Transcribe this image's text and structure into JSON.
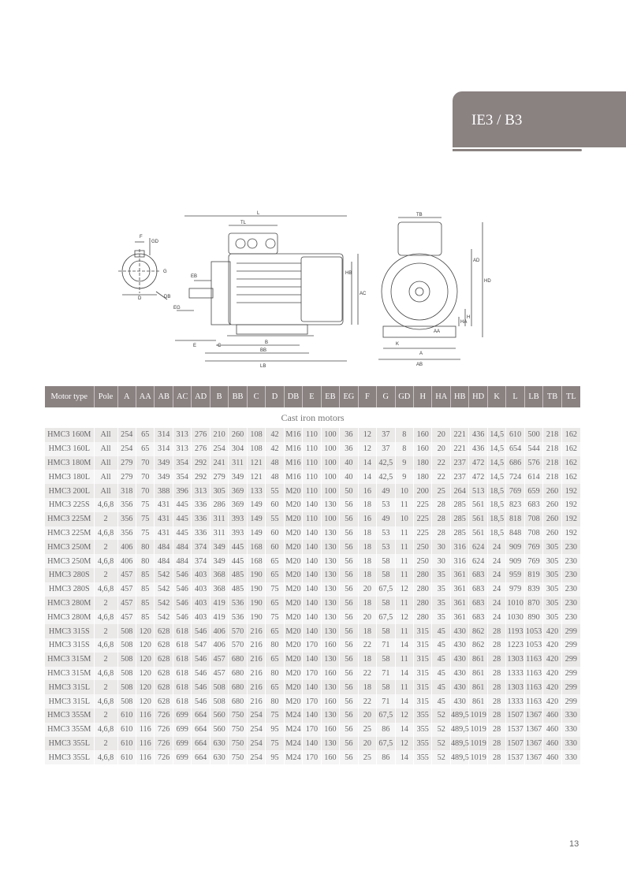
{
  "header": {
    "title": "IE3 / B3"
  },
  "drawing": {
    "labels": [
      "F",
      "GD",
      "G",
      "D",
      "DB",
      "EB",
      "EG",
      "L",
      "TL",
      "HB",
      "AC",
      "E",
      "C",
      "B",
      "BB",
      "LB",
      "TB",
      "AD",
      "HD",
      "H",
      "HA",
      "K",
      "AA",
      "A",
      "AB"
    ]
  },
  "table": {
    "columns": [
      "Motor type",
      "Pole",
      "A",
      "AA",
      "AB",
      "AC",
      "AD",
      "B",
      "BB",
      "C",
      "D",
      "DB",
      "E",
      "EB",
      "EG",
      "F",
      "G",
      "GD",
      "H",
      "HA",
      "HB",
      "HD",
      "K",
      "L",
      "LB",
      "TB",
      "TL"
    ],
    "section_label": "Cast iron motors",
    "rows": [
      [
        "HMC3 160M",
        "All",
        "254",
        "65",
        "314",
        "313",
        "276",
        "210",
        "260",
        "108",
        "42",
        "M16",
        "110",
        "100",
        "36",
        "12",
        "37",
        "8",
        "160",
        "20",
        "221",
        "436",
        "14,5",
        "610",
        "500",
        "218",
        "162"
      ],
      [
        "HMC3 160L",
        "All",
        "254",
        "65",
        "314",
        "313",
        "276",
        "254",
        "304",
        "108",
        "42",
        "M16",
        "110",
        "100",
        "36",
        "12",
        "37",
        "8",
        "160",
        "20",
        "221",
        "436",
        "14,5",
        "654",
        "544",
        "218",
        "162"
      ],
      [
        "HMC3 180M",
        "All",
        "279",
        "70",
        "349",
        "354",
        "292",
        "241",
        "311",
        "121",
        "48",
        "M16",
        "110",
        "100",
        "40",
        "14",
        "42,5",
        "9",
        "180",
        "22",
        "237",
        "472",
        "14,5",
        "686",
        "576",
        "218",
        "162"
      ],
      [
        "HMC3 180L",
        "All",
        "279",
        "70",
        "349",
        "354",
        "292",
        "279",
        "349",
        "121",
        "48",
        "M16",
        "110",
        "100",
        "40",
        "14",
        "42,5",
        "9",
        "180",
        "22",
        "237",
        "472",
        "14,5",
        "724",
        "614",
        "218",
        "162"
      ],
      [
        "HMC3 200L",
        "All",
        "318",
        "70",
        "388",
        "396",
        "313",
        "305",
        "369",
        "133",
        "55",
        "M20",
        "110",
        "100",
        "50",
        "16",
        "49",
        "10",
        "200",
        "25",
        "264",
        "513",
        "18,5",
        "769",
        "659",
        "260",
        "192"
      ],
      [
        "HMC3 225S",
        "4,6,8",
        "356",
        "75",
        "431",
        "445",
        "336",
        "286",
        "369",
        "149",
        "60",
        "M20",
        "140",
        "130",
        "56",
        "18",
        "53",
        "11",
        "225",
        "28",
        "285",
        "561",
        "18,5",
        "823",
        "683",
        "260",
        "192"
      ],
      [
        "HMC3 225M",
        "2",
        "356",
        "75",
        "431",
        "445",
        "336",
        "311",
        "393",
        "149",
        "55",
        "M20",
        "110",
        "100",
        "56",
        "16",
        "49",
        "10",
        "225",
        "28",
        "285",
        "561",
        "18,5",
        "818",
        "708",
        "260",
        "192"
      ],
      [
        "HMC3 225M",
        "4,6,8",
        "356",
        "75",
        "431",
        "445",
        "336",
        "311",
        "393",
        "149",
        "60",
        "M20",
        "140",
        "130",
        "56",
        "18",
        "53",
        "11",
        "225",
        "28",
        "285",
        "561",
        "18,5",
        "848",
        "708",
        "260",
        "192"
      ],
      [
        "HMC3 250M",
        "2",
        "406",
        "80",
        "484",
        "484",
        "374",
        "349",
        "445",
        "168",
        "60",
        "M20",
        "140",
        "130",
        "56",
        "18",
        "53",
        "11",
        "250",
        "30",
        "316",
        "624",
        "24",
        "909",
        "769",
        "305",
        "230"
      ],
      [
        "HMC3 250M",
        "4,6,8",
        "406",
        "80",
        "484",
        "484",
        "374",
        "349",
        "445",
        "168",
        "65",
        "M20",
        "140",
        "130",
        "56",
        "18",
        "58",
        "11",
        "250",
        "30",
        "316",
        "624",
        "24",
        "909",
        "769",
        "305",
        "230"
      ],
      [
        "HMC3 280S",
        "2",
        "457",
        "85",
        "542",
        "546",
        "403",
        "368",
        "485",
        "190",
        "65",
        "M20",
        "140",
        "130",
        "56",
        "18",
        "58",
        "11",
        "280",
        "35",
        "361",
        "683",
        "24",
        "959",
        "819",
        "305",
        "230"
      ],
      [
        "HMC3 280S",
        "4,6,8",
        "457",
        "85",
        "542",
        "546",
        "403",
        "368",
        "485",
        "190",
        "75",
        "M20",
        "140",
        "130",
        "56",
        "20",
        "67,5",
        "12",
        "280",
        "35",
        "361",
        "683",
        "24",
        "979",
        "839",
        "305",
        "230"
      ],
      [
        "HMC3 280M",
        "2",
        "457",
        "85",
        "542",
        "546",
        "403",
        "419",
        "536",
        "190",
        "65",
        "M20",
        "140",
        "130",
        "56",
        "18",
        "58",
        "11",
        "280",
        "35",
        "361",
        "683",
        "24",
        "1010",
        "870",
        "305",
        "230"
      ],
      [
        "HMC3 280M",
        "4,6,8",
        "457",
        "85",
        "542",
        "546",
        "403",
        "419",
        "536",
        "190",
        "75",
        "M20",
        "140",
        "130",
        "56",
        "20",
        "67,5",
        "12",
        "280",
        "35",
        "361",
        "683",
        "24",
        "1030",
        "890",
        "305",
        "230"
      ],
      [
        "HMC3 315S",
        "2",
        "508",
        "120",
        "628",
        "618",
        "546",
        "406",
        "570",
        "216",
        "65",
        "M20",
        "140",
        "130",
        "56",
        "18",
        "58",
        "11",
        "315",
        "45",
        "430",
        "862",
        "28",
        "1193",
        "1053",
        "420",
        "299"
      ],
      [
        "HMC3 315S",
        "4,6,8",
        "508",
        "120",
        "628",
        "618",
        "547",
        "406",
        "570",
        "216",
        "80",
        "M20",
        "170",
        "160",
        "56",
        "22",
        "71",
        "14",
        "315",
        "45",
        "430",
        "862",
        "28",
        "1223",
        "1053",
        "420",
        "299"
      ],
      [
        "HMC3 315M",
        "2",
        "508",
        "120",
        "628",
        "618",
        "546",
        "457",
        "680",
        "216",
        "65",
        "M20",
        "140",
        "130",
        "56",
        "18",
        "58",
        "11",
        "315",
        "45",
        "430",
        "861",
        "28",
        "1303",
        "1163",
        "420",
        "299"
      ],
      [
        "HMC3 315M",
        "4,6,8",
        "508",
        "120",
        "628",
        "618",
        "546",
        "457",
        "680",
        "216",
        "80",
        "M20",
        "170",
        "160",
        "56",
        "22",
        "71",
        "14",
        "315",
        "45",
        "430",
        "861",
        "28",
        "1333",
        "1163",
        "420",
        "299"
      ],
      [
        "HMC3 315L",
        "2",
        "508",
        "120",
        "628",
        "618",
        "546",
        "508",
        "680",
        "216",
        "65",
        "M20",
        "140",
        "130",
        "56",
        "18",
        "58",
        "11",
        "315",
        "45",
        "430",
        "861",
        "28",
        "1303",
        "1163",
        "420",
        "299"
      ],
      [
        "HMC3 315L",
        "4,6,8",
        "508",
        "120",
        "628",
        "618",
        "546",
        "508",
        "680",
        "216",
        "80",
        "M20",
        "170",
        "160",
        "56",
        "22",
        "71",
        "14",
        "315",
        "45",
        "430",
        "861",
        "28",
        "1333",
        "1163",
        "420",
        "299"
      ],
      [
        "HMC3 355M",
        "2",
        "610",
        "116",
        "726",
        "699",
        "664",
        "560",
        "750",
        "254",
        "75",
        "M24",
        "140",
        "130",
        "56",
        "20",
        "67,5",
        "12",
        "355",
        "52",
        "489,5",
        "1019",
        "28",
        "1507",
        "1367",
        "460",
        "330"
      ],
      [
        "HMC3 355M",
        "4,6,8",
        "610",
        "116",
        "726",
        "699",
        "664",
        "560",
        "750",
        "254",
        "95",
        "M24",
        "170",
        "160",
        "56",
        "25",
        "86",
        "14",
        "355",
        "52",
        "489,5",
        "1019",
        "28",
        "1537",
        "1367",
        "460",
        "330"
      ],
      [
        "HMC3 355L",
        "2",
        "610",
        "116",
        "726",
        "699",
        "664",
        "630",
        "750",
        "254",
        "75",
        "M24",
        "140",
        "130",
        "56",
        "20",
        "67,5",
        "12",
        "355",
        "52",
        "489,5",
        "1019",
        "28",
        "1507",
        "1367",
        "460",
        "330"
      ],
      [
        "HMC3 355L",
        "4,6,8",
        "610",
        "116",
        "726",
        "699",
        "664",
        "630",
        "750",
        "254",
        "95",
        "M24",
        "170",
        "160",
        "56",
        "25",
        "86",
        "14",
        "355",
        "52",
        "489,5",
        "1019",
        "28",
        "1537",
        "1367",
        "460",
        "330"
      ]
    ]
  },
  "footer": {
    "page_number": "13"
  },
  "colors": {
    "accent": "#8a8181",
    "row_odd": "#ebe8e8",
    "row_even": "#f6f5f5"
  }
}
